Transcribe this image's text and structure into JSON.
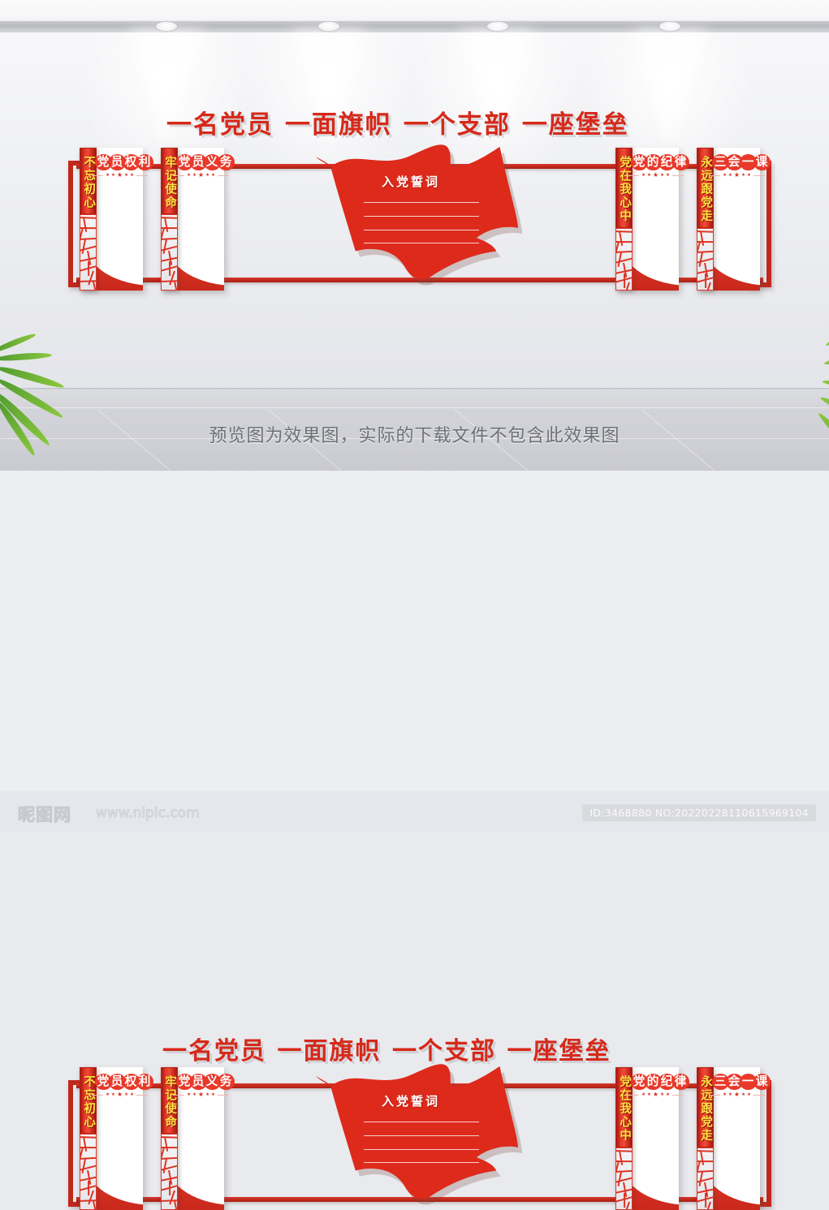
{
  "headline": {
    "segments": [
      "一名党员",
      "一面旗帜",
      "一个支部",
      "一座堡垒"
    ],
    "full_text": "一名党员 一面旗帜 一个支部 一座堡垒",
    "color": "#d6291a"
  },
  "theme": {
    "primary_red": "#c0281c",
    "bright_red": "#e8392a",
    "banner_yellow": "#ffe342",
    "panel_white": "#ffffff",
    "wall_grey": "#eeeff2",
    "floor_grey": "#cfd0d5"
  },
  "panels": [
    {
      "banner": "不忘初心",
      "title": "党员权利",
      "stars": 5
    },
    {
      "banner": "牢记使命",
      "title": "党员义务",
      "stars": 5
    },
    {
      "banner": "党在我心中",
      "title": "党的纪律",
      "stars": 5
    },
    {
      "banner": "永远跟党走",
      "title": "三会一课",
      "stars": 5
    }
  ],
  "flag": {
    "label": "入党誓词",
    "text_lines": 4,
    "fill": "#dd2a1b"
  },
  "scene": {
    "spotlight_count": 4,
    "preview_note": "预览图为效果图，实际的下载文件不包含此效果图",
    "plant_left": "palm-plant",
    "plant_right": "palm-plant"
  },
  "footer": {
    "logo_text": "昵图网",
    "url": "www.nipic.com",
    "id_label": "ID:3468880 NO:20220228110615969104"
  }
}
